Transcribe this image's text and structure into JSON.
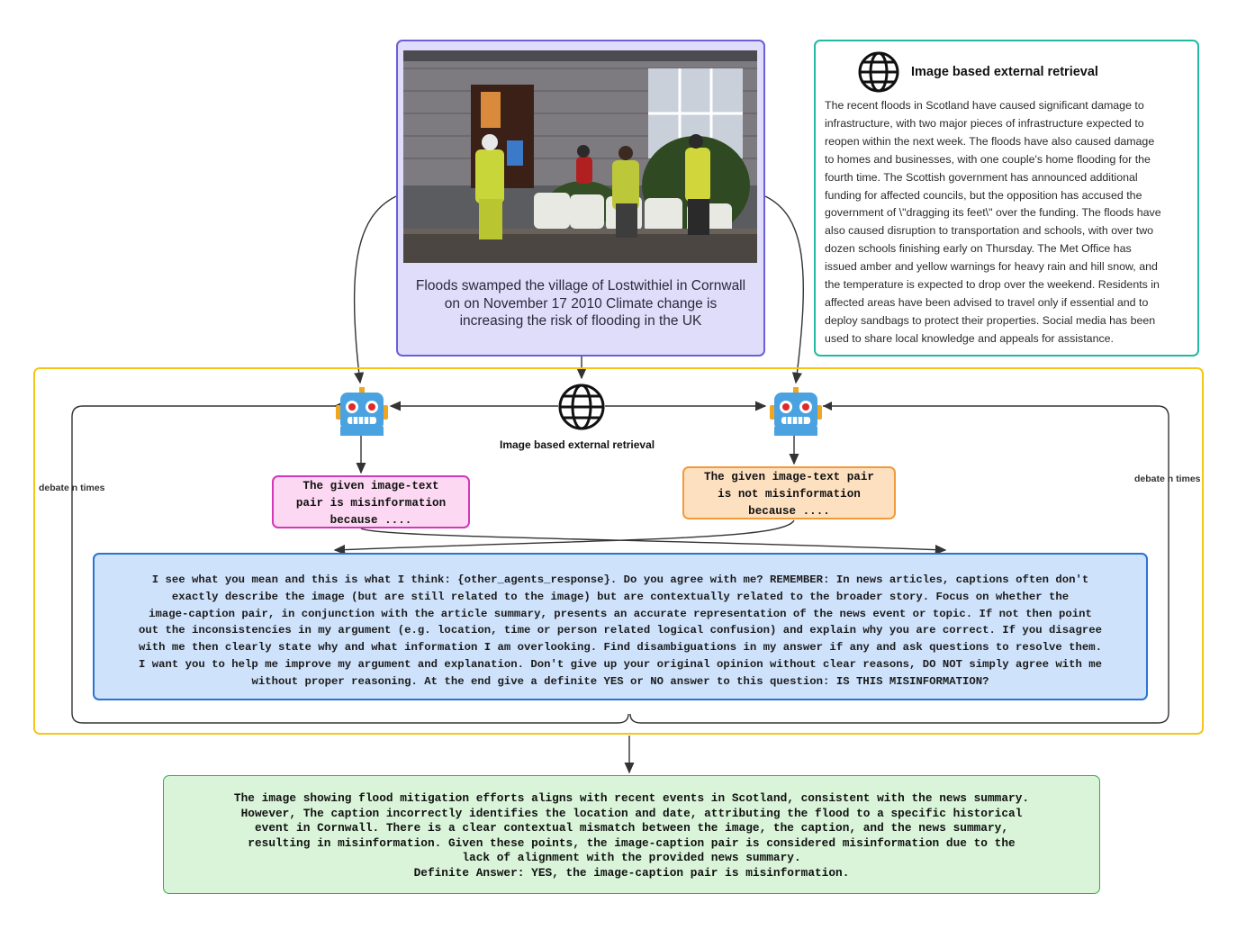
{
  "caption": {
    "text": "Floods swamped the village of Lostwithiel in Cornwall on on November 17 2010 Climate change is increasing the risk of flooding in the UK",
    "lines": [
      "Floods swamped the village of Lostwithiel in Cornwall",
      "on on November 17 2010 Climate change is",
      "increasing the risk of flooding in the UK"
    ]
  },
  "retrieval": {
    "title": "Image based external retrieval",
    "icon": "globe-icon",
    "lines": [
      "The recent floods in Scotland have caused significant damage to",
      "infrastructure, with two major pieces of infrastructure expected to",
      "reopen within the next week. The floods have also caused damage",
      "to homes and businesses, with one couple's home flooding for the",
      "fourth time. The Scottish government has announced additional",
      "funding for affected councils, but the opposition has accused the",
      "government of \\\"dragging its feet\\\" over the funding. The floods have",
      "also caused disruption to transportation and schools, with over two",
      "dozen schools finishing early on Thursday. The Met Office has",
      "issued amber and yellow warnings for heavy rain and hill snow, and",
      "the temperature is expected to drop over the weekend. Residents in",
      "affected areas have been advised to travel only if essential and to",
      "deploy sandbags to protect their properties. Social media has been",
      "used to share local knowledge and appeals for assistance."
    ]
  },
  "center_retrieval_label": "Image based external retrieval",
  "debate_label_left": "debate n times",
  "debate_label_right": "debate n times",
  "agent_left": {
    "icon": "robot-icon",
    "lines": [
      "The given image-text",
      "pair is misinformation",
      "because ...."
    ]
  },
  "agent_right": {
    "icon": "robot-icon",
    "lines": [
      "The given image-text pair",
      "is not misinformation",
      "because ...."
    ]
  },
  "prompt": {
    "lines": [
      "I see what you mean and this is what I think: {other_agents_response}. Do you agree with me? REMEMBER: In news articles, captions often don't",
      "exactly describe the image (but are still related to the image) but are contextually related to the broader story. Focus on whether the",
      "image-caption pair, in conjunction with the article summary, presents an accurate representation of the news event or topic. If not then point",
      "out the inconsistencies in my argument (e.g. location, time or person related logical confusion) and explain why you are correct. If you disagree",
      "with me then clearly state why and what information I am overlooking. Find disambiguations in my answer if any and ask questions to resolve them.",
      "I want you to help me improve my argument and explanation. Don't give up your original opinion without clear reasons, DO NOT simply agree with me",
      "without proper reasoning. At the end give a definite YES or NO answer to this question: IS THIS MISINFORMATION?"
    ]
  },
  "answer": {
    "lines": [
      "The image showing flood mitigation efforts aligns with recent events in Scotland, consistent with the news summary.",
      "However, The caption incorrectly identifies the location and date, attributing the flood to a specific historical",
      "event in Cornwall. There is a clear contextual mismatch between the image, the caption, and the news summary,",
      "resulting in misinformation. Given these points, the image-caption pair is considered misinformation due to the",
      "lack of alignment with the provided news summary.",
      "Definite Answer: YES, the image-caption pair is misinformation."
    ]
  },
  "colors": {
    "caption_bg": "#e0ddfb",
    "caption_border": "#6b5fd6",
    "retrieval_border": "#22b8a4",
    "debate_border": "#f5c518",
    "left_msg_bg": "#fcd8f2",
    "left_msg_border": "#d437b8",
    "right_msg_bg": "#fde0c0",
    "right_msg_border": "#f29a3a",
    "prompt_bg": "#cfe2fb",
    "prompt_border": "#2a74d1",
    "answer_bg": "#d9f4d9",
    "answer_border": "#3aa84a"
  }
}
